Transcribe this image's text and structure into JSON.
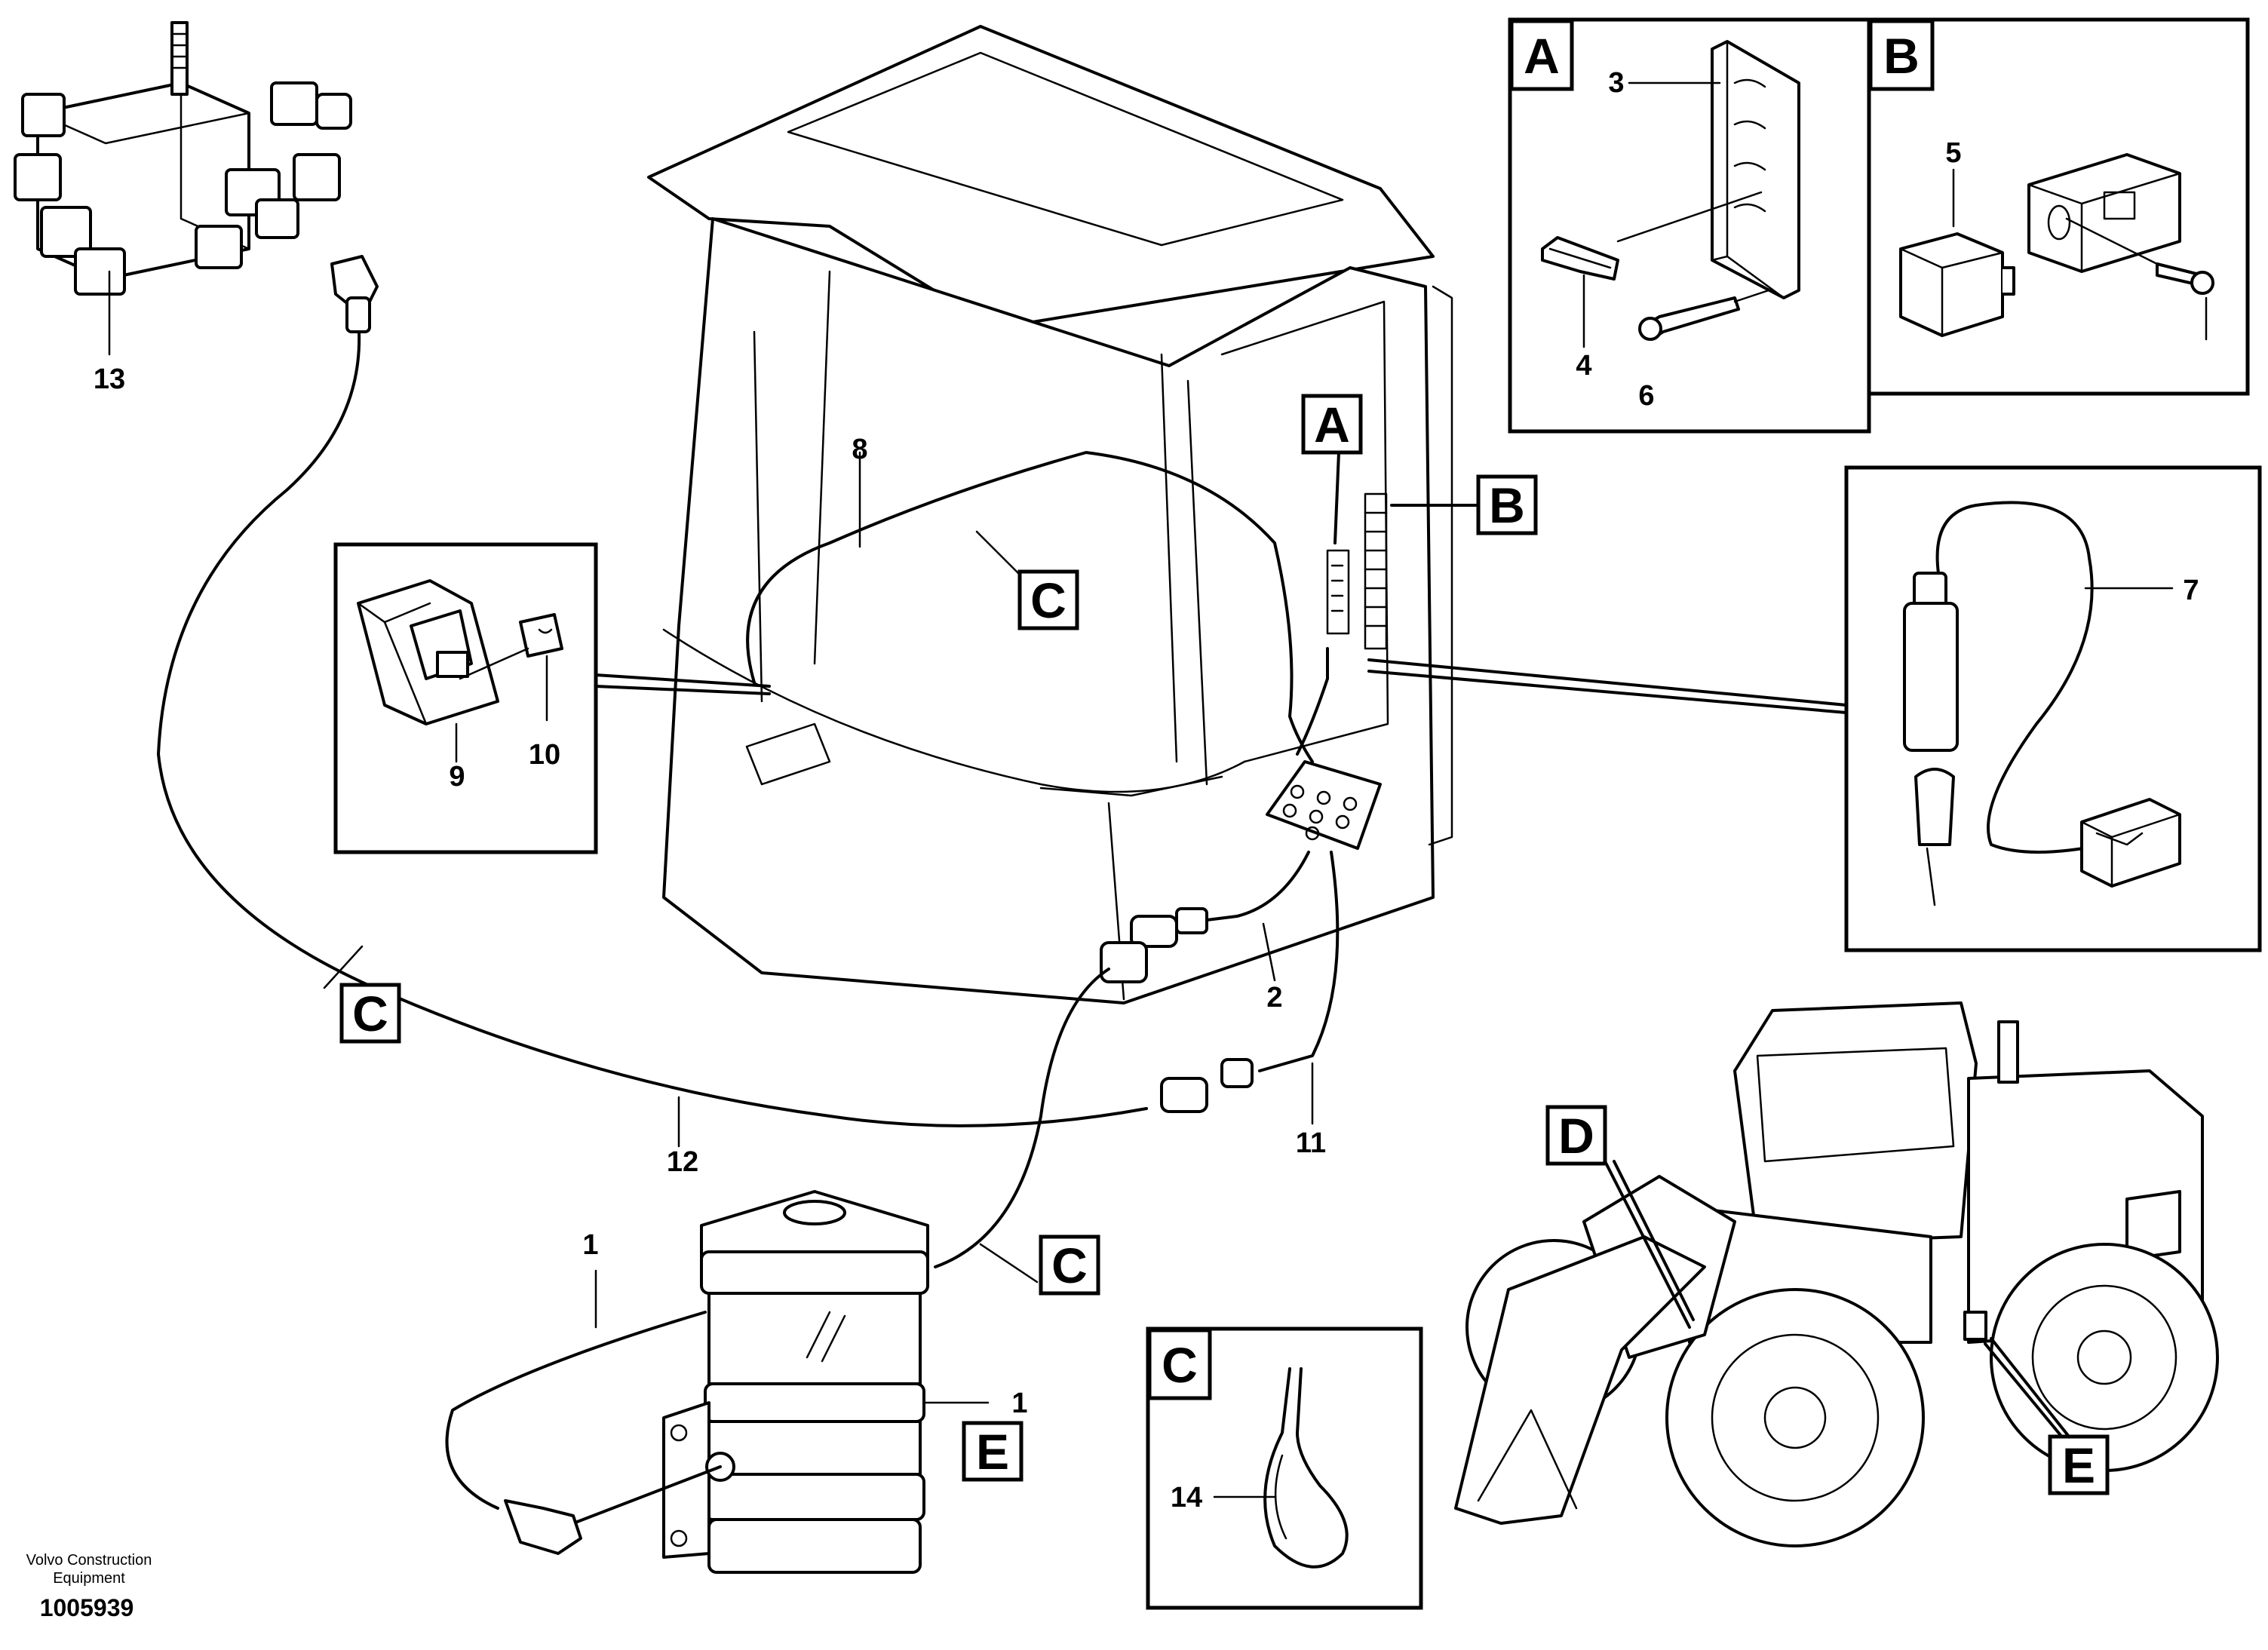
{
  "callouts": {
    "n1": "1",
    "n1b": "1",
    "n2": "2",
    "n3": "3",
    "n4": "4",
    "n5": "5",
    "n6": "6",
    "n7": "7",
    "n8": "8",
    "n9": "9",
    "n10": "10",
    "n11": "11",
    "n12": "12",
    "n13": "13",
    "n14": "14"
  },
  "detail_letters": {
    "a": "A",
    "b": "B",
    "c": "C",
    "d": "D",
    "e": "E"
  },
  "footer": {
    "company_line1": "Volvo Construction",
    "company_line2": "Equipment",
    "document_number": "1005939"
  }
}
